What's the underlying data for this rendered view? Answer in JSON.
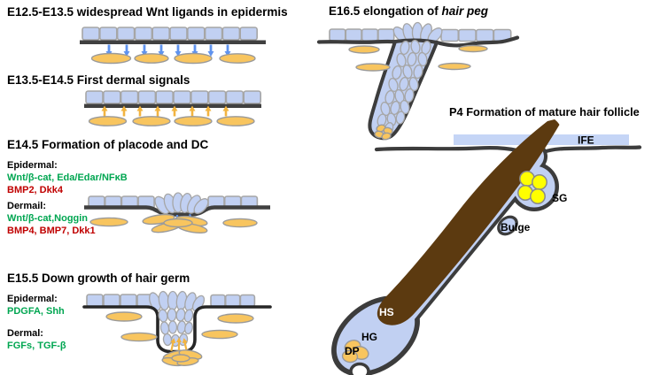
{
  "colors": {
    "cell-blue": "#C1D0F2",
    "cell-border": "#A6A6A6",
    "bar-dark": "#404040",
    "outline-dark": "#3C3C3C",
    "arrow-blue": "#5F93EE",
    "arrow-orange": "#F2B440",
    "derm-orange": "#F8C55F",
    "derm-border": "#9A9A9A",
    "hair-brown": "#5C3A10",
    "sg-yellow": "#FFFF00",
    "ife-blue": "#C5D5F6",
    "green-text": "#00A651",
    "red-text": "#C00000"
  },
  "stages": {
    "e12": {
      "title": "E12.5-E13.5 widespread Wnt ligands in epidermis"
    },
    "e13": {
      "title": "E13.5-E14.5 First dermal signals"
    },
    "e14": {
      "title": "E14.5 Formation of placode and DC",
      "epidermal_heading": "Epidermal:",
      "epidermal_activators": "Wnt/β-cat, Eda/Edar/NFκB",
      "epidermal_inhibitors": "BMP2, Dkk4",
      "dermal_heading": "Dermail:",
      "dermal_activators": "Wnt/β-cat,Noggin",
      "dermal_inhibitors": "BMP4, BMP7, Dkk1"
    },
    "e15": {
      "title": "E15.5 Down growth of hair germ",
      "epidermal_heading": "Epidermal:",
      "epidermal_activators": "PDGFA, Shh",
      "dermal_heading": "Dermal:",
      "dermal_activators": "FGFs, TGF-β"
    },
    "e16": {
      "title_prefix": "E16.5 elongation of ",
      "title_emphasis": "hair peg"
    },
    "p4": {
      "title": "P4 Formation of mature hair follicle",
      "labels": {
        "ife": "IFE",
        "sg": "SG",
        "bulge": "Bulge",
        "hs": "HS",
        "hg": "HG",
        "dp": "DP"
      }
    }
  }
}
